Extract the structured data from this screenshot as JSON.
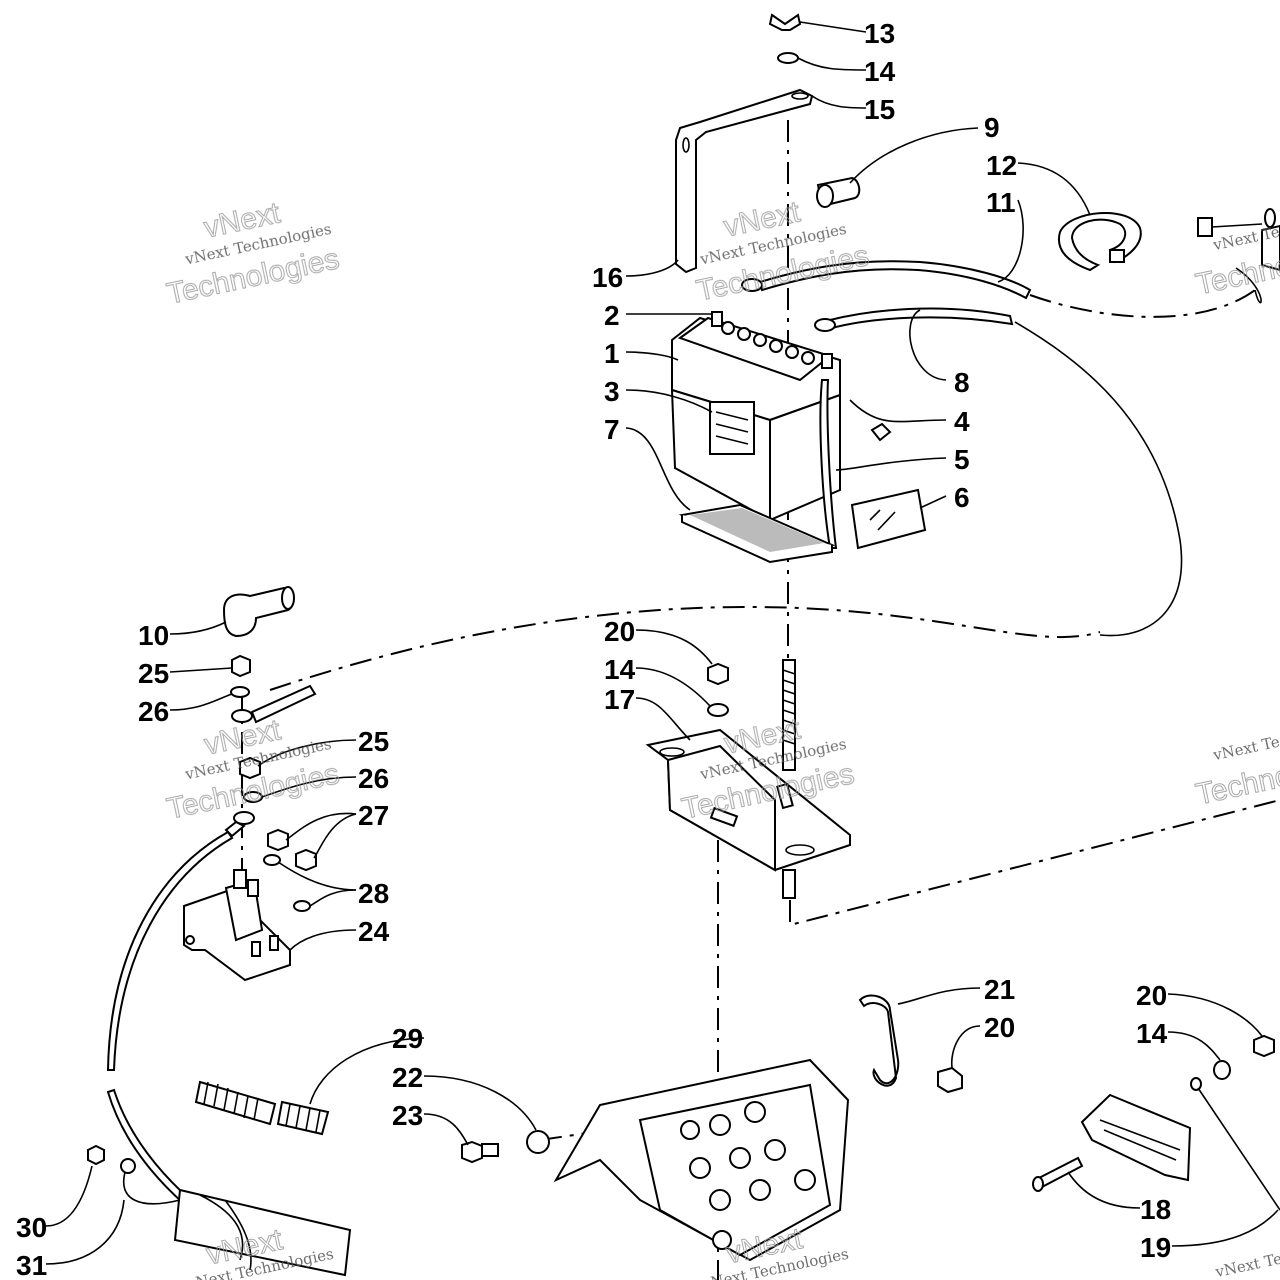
{
  "callouts": {
    "c13": "13",
    "c14a": "14",
    "c15": "15",
    "c9": "9",
    "c12": "12",
    "c11": "11",
    "c16": "16",
    "c2": "2",
    "c1": "1",
    "c3": "3",
    "c7": "7",
    "c8": "8",
    "c4": "4",
    "c5": "5",
    "c6": "6",
    "c10": "10",
    "c25a": "25",
    "c26a": "26",
    "c25b": "25",
    "c26b": "26",
    "c27": "27",
    "c28": "28",
    "c24": "24",
    "c20a": "20",
    "c14b": "14",
    "c17": "17",
    "c29": "29",
    "c22": "22",
    "c23": "23",
    "c21": "21",
    "c20b": "20",
    "c20c": "20",
    "c14c": "14",
    "c18": "18",
    "c19": "19",
    "c30": "30",
    "c31": "31"
  },
  "watermark": {
    "line1": "vNext Technologies",
    "line2": "Technologies",
    "line3": "vNext"
  }
}
